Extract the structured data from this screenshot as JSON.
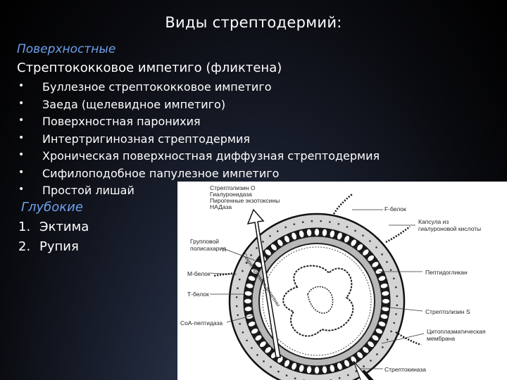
{
  "title": "Виды стрептодермий:",
  "surface": {
    "heading": "Поверхностные",
    "main_item": "Стрептококковое импетиго (фликтена)",
    "items": [
      "Буллезное стрептококковое импетиго",
      "Заеда (щелевидное импетиго)",
      "Поверхностная паронихия",
      "Интертригинозная стрептодермия",
      "Хроническая поверхностная диффузная стрептодермия",
      "Сифилоподобное папулезное импетиго",
      "Простой лишай"
    ]
  },
  "deep": {
    "heading": "Глубокие",
    "items": [
      {
        "num": "1.",
        "label": "Эктима"
      },
      {
        "num": "2.",
        "label": "Рупия"
      }
    ]
  },
  "diagram": {
    "labels": {
      "toxins_1": "Стрептолизин О",
      "toxins_2": "Гиалуронидаза",
      "toxins_3": "Пирогенные экзотоксины",
      "toxins_4": "НАДаза",
      "f_protein": "F-белок",
      "capsule_1": "Капсула из",
      "capsule_2": "гиалуроновой кислоты",
      "group_poly_1": "Групповой",
      "group_poly_2": "полисахарид",
      "m_protein": "М-белок",
      "t_protein": "Т-белок",
      "peptidoglycan": "Пептидогликан",
      "streptolysin_s": "Стрептолизин S",
      "coa_peptidase": "СоА-пептидаза",
      "membrane_1": "Цитоплазматическая",
      "membrane_2": "мембрана",
      "streptokinase": "Стрептокиназа",
      "arrow_text": "Секретируемые антигены"
    }
  }
}
